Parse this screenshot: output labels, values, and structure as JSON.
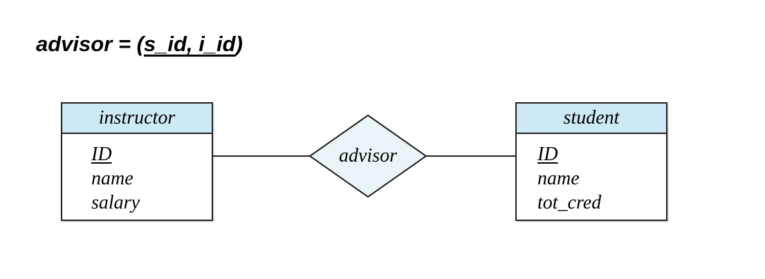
{
  "title": {
    "prefix": "advisor = (",
    "underlined_keys": "s_id, i_id",
    "suffix": ")"
  },
  "entities": [
    {
      "name": "instructor",
      "attributes": [
        {
          "label": "ID",
          "primary_key": true
        },
        {
          "label": "name",
          "primary_key": false
        },
        {
          "label": "salary",
          "primary_key": false
        }
      ]
    },
    {
      "name": "student",
      "attributes": [
        {
          "label": "ID",
          "primary_key": true
        },
        {
          "label": "name",
          "primary_key": false
        },
        {
          "label": "tot_cred",
          "primary_key": false
        }
      ]
    }
  ],
  "relationship": {
    "name": "advisor",
    "connects": [
      "instructor",
      "student"
    ]
  },
  "colors": {
    "entity_header_fill": "#cde9f6",
    "diamond_fill": "#eaf4f9",
    "border": "#1f1f1f",
    "background": "#ffffff"
  }
}
